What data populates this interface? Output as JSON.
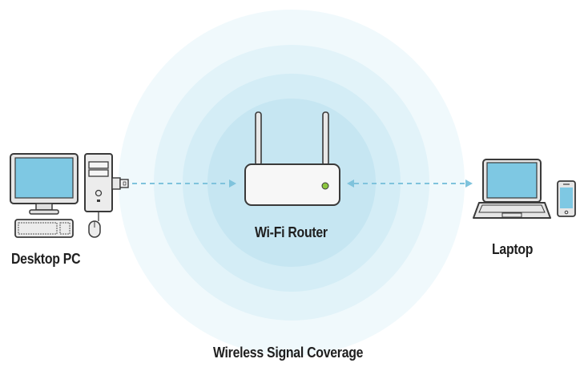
{
  "diagram": {
    "title": "Wireless Signal Coverage",
    "nodes": [
      {
        "id": "desktop",
        "label": "Desktop PC",
        "icon": "desktop-pc-icon"
      },
      {
        "id": "router",
        "label": "Wi-Fi Router",
        "icon": "router-icon"
      },
      {
        "id": "laptop",
        "label": "Laptop",
        "icon": "laptop-icon"
      }
    ],
    "edges": [
      {
        "from": "desktop",
        "to": "router",
        "style": "dashed",
        "arrow": "to"
      },
      {
        "from": "laptop",
        "to": "router",
        "style": "dashed",
        "arrow": "to"
      }
    ],
    "coverage_rings": 4,
    "colors": {
      "ring_outer": "#eef8fc",
      "ring_2": "#e0f2f9",
      "ring_3": "#d1ecf6",
      "ring_inner": "#c3e5f2",
      "link": "#7fc3dc",
      "screen": "#7ec8e3",
      "led": "#8cc63f"
    }
  }
}
